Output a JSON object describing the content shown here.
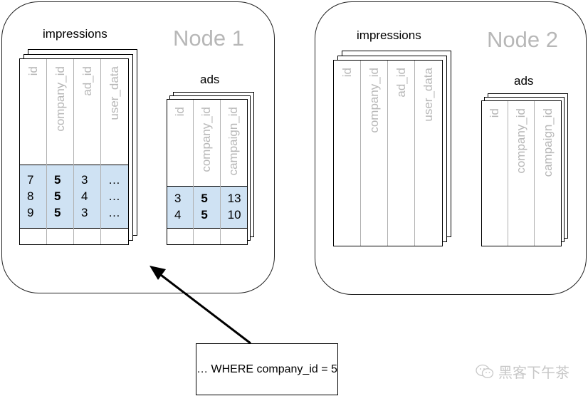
{
  "nodes": [
    {
      "title": "Node 1",
      "tables": [
        {
          "name": "impressions",
          "columns": [
            "id",
            "company_id",
            "ad_id",
            "user_data"
          ],
          "highlighted_rows": [
            [
              "7",
              "5",
              "3",
              "…"
            ],
            [
              "8",
              "5",
              "4",
              "…"
            ],
            [
              "9",
              "5",
              "3",
              "…"
            ]
          ],
          "bold_column": "company_id"
        },
        {
          "name": "ads",
          "columns": [
            "id",
            "company_id",
            "campaign_id"
          ],
          "highlighted_rows": [
            [
              "3",
              "5",
              "13"
            ],
            [
              "4",
              "5",
              "10"
            ]
          ],
          "bold_column": "company_id"
        }
      ]
    },
    {
      "title": "Node 2",
      "tables": [
        {
          "name": "impressions",
          "columns": [
            "id",
            "company_id",
            "ad_id",
            "user_data"
          ],
          "highlighted_rows": []
        },
        {
          "name": "ads",
          "columns": [
            "id",
            "company_id",
            "campaign_id"
          ],
          "highlighted_rows": []
        }
      ]
    }
  ],
  "query": {
    "text": "… WHERE company_id = 5",
    "target": "Node 1"
  },
  "colors": {
    "highlight": "#cfe2f3",
    "muted_text": "#b7b7b7",
    "column_divider": "#b0b0b0"
  },
  "watermark": {
    "icon": "wechat-icon",
    "text": "黑客下午茶"
  }
}
